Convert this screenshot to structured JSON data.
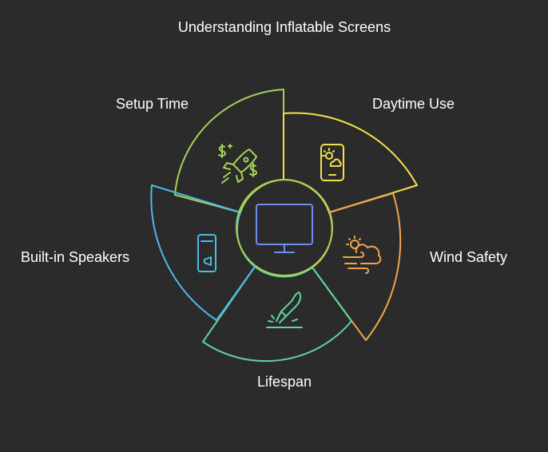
{
  "title": "Understanding Inflatable Screens",
  "center": {
    "icon": "monitor-icon",
    "color": "#6f8ff0"
  },
  "segments": [
    {
      "id": "setup-time",
      "label": "Setup Time",
      "icon": "rocket-money-icon",
      "color": "#a6d257"
    },
    {
      "id": "daytime-use",
      "label": "Daytime Use",
      "icon": "phone-weather-icon",
      "color": "#f4e04a"
    },
    {
      "id": "wind-safety",
      "label": "Wind Safety",
      "icon": "wind-cloud-icon",
      "color": "#f0a54c"
    },
    {
      "id": "lifespan",
      "label": "Lifespan",
      "icon": "knife-cut-icon",
      "color": "#5fd49b"
    },
    {
      "id": "built-in-speakers",
      "label": "Built-in Speakers",
      "icon": "speaker-icon",
      "color": "#4fb8e8"
    }
  ]
}
